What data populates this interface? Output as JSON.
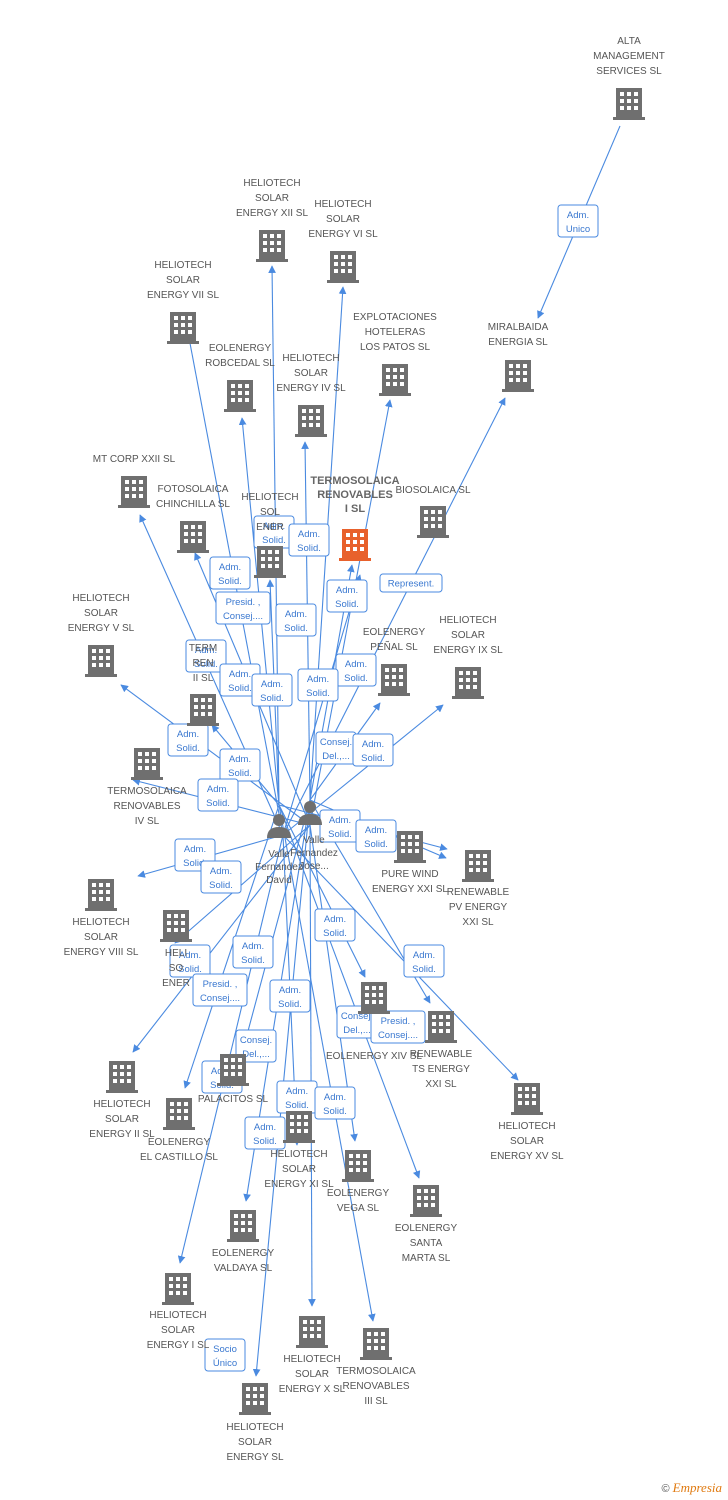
{
  "colors": {
    "edge": "#4a8ae0",
    "building": "#6f6f6f",
    "focus": "#e8612c",
    "person": "#6f6f6f"
  },
  "focus_company": {
    "name": "TERMOSOLAICA RENOVABLES I SL",
    "icon": "building-icon"
  },
  "persons": [
    {
      "name": "Valle Fernandez David",
      "icon": "person-icon"
    },
    {
      "name": "Valle Fernandez Jose...",
      "icon": "person-icon"
    }
  ],
  "companies": [
    {
      "name": "ALTA MANAGEMENT SERVICES SL"
    },
    {
      "name": "MIRALBAIDA ENERGIA SL"
    },
    {
      "name": "HELIOTECH SOLAR ENERGY XII SL"
    },
    {
      "name": "HELIOTECH SOLAR ENERGY VI SL"
    },
    {
      "name": "HELIOTECH SOLAR ENERGY VII SL"
    },
    {
      "name": "EXPLOTACIONES HOTELERAS LOS PATOS SL"
    },
    {
      "name": "EOLENERGY ROBCEDAL SL"
    },
    {
      "name": "HELIOTECH SOLAR ENERGY IV SL"
    },
    {
      "name": "MT CORP XXII SL"
    },
    {
      "name": "FOTOSOLAICA CHINCHILLA SL"
    },
    {
      "name": "HELIOTECH SOLAR ENERGY III SL"
    },
    {
      "name": "BIOSOLAICA SL"
    },
    {
      "name": "HELIOTECH SOLAR ENERGY V SL"
    },
    {
      "name": "TERMOSOLAICA RENOVABLES II SL"
    },
    {
      "name": "EOLENERGY PEÑAL SL"
    },
    {
      "name": "HELIOTECH SOLAR ENERGY IX SL"
    },
    {
      "name": "TERMOSOLAICA RENOVABLES IV SL"
    },
    {
      "name": "PURE WIND ENERGY XXI SL"
    },
    {
      "name": "RENEWABLE PV ENERGY XXI SL"
    },
    {
      "name": "HELIOTECH SOLAR ENERGY VIII SL"
    },
    {
      "name": "HELIOTECH SOLAR ENERGY SL"
    },
    {
      "name": "EOLENERGY XIV SL"
    },
    {
      "name": "RENEWABLE TS ENERGY XXI SL"
    },
    {
      "name": "HELIOTECH SOLAR ENERGY XV SL"
    },
    {
      "name": "HELIOTECH SOLAR ENERGY II SL"
    },
    {
      "name": "EOLENERGY EL CASTILLO SL"
    },
    {
      "name": "PALACITOS SL"
    },
    {
      "name": "HELIOTECH SOLAR ENERGY XI SL"
    },
    {
      "name": "EOLENERGY VEGA SL"
    },
    {
      "name": "EOLENERGY SANTA MARTA SL"
    },
    {
      "name": "EOLENERGY VALDAYA SL"
    },
    {
      "name": "HELIOTECH SOLAR ENERGY I SL"
    },
    {
      "name": "HELIOTECH SOLAR ENERGY X SL"
    },
    {
      "name": "TERMOSOLAICA RENOVABLES III SL"
    },
    {
      "name": "HELIOTECH SOLAR ENERGY SL"
    }
  ],
  "roles": {
    "adm_unico": "Adm. Unico",
    "adm_solid": "Adm. Solid.",
    "represent": "Represent.",
    "presid_consej": "Presid. , Consej....",
    "consej_del": "Consej. Del.,...",
    "socio_unico": "Socio Único"
  },
  "footer": {
    "copyright": "©",
    "brand": "Empresia"
  }
}
